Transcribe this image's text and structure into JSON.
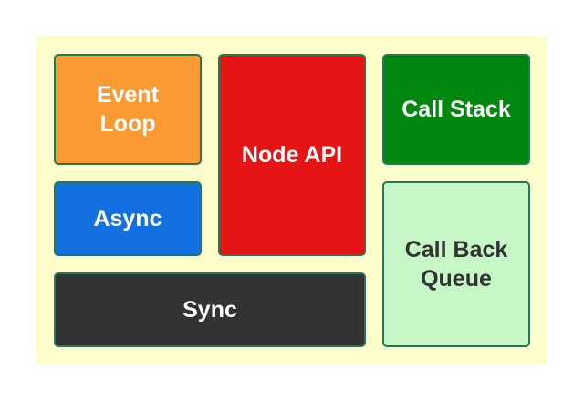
{
  "colors": {
    "panel_bg": "#ffffcc",
    "border": "#1f7a5c",
    "event_loop": "#fb9a33",
    "node_api": "#e61515",
    "call_stack": "#00870f",
    "async": "#1370e0",
    "sync": "#333333",
    "callback_queue": "#c6f7c6",
    "text_light": "#ffffff",
    "text_dark": "#333333"
  },
  "blocks": {
    "event_loop": {
      "label": "Event\nLoop"
    },
    "node_api": {
      "label": "Node API"
    },
    "call_stack": {
      "label": "Call Stack"
    },
    "async": {
      "label": "Async"
    },
    "sync": {
      "label": "Sync"
    },
    "callback_queue": {
      "label": "Call Back\nQueue"
    }
  }
}
